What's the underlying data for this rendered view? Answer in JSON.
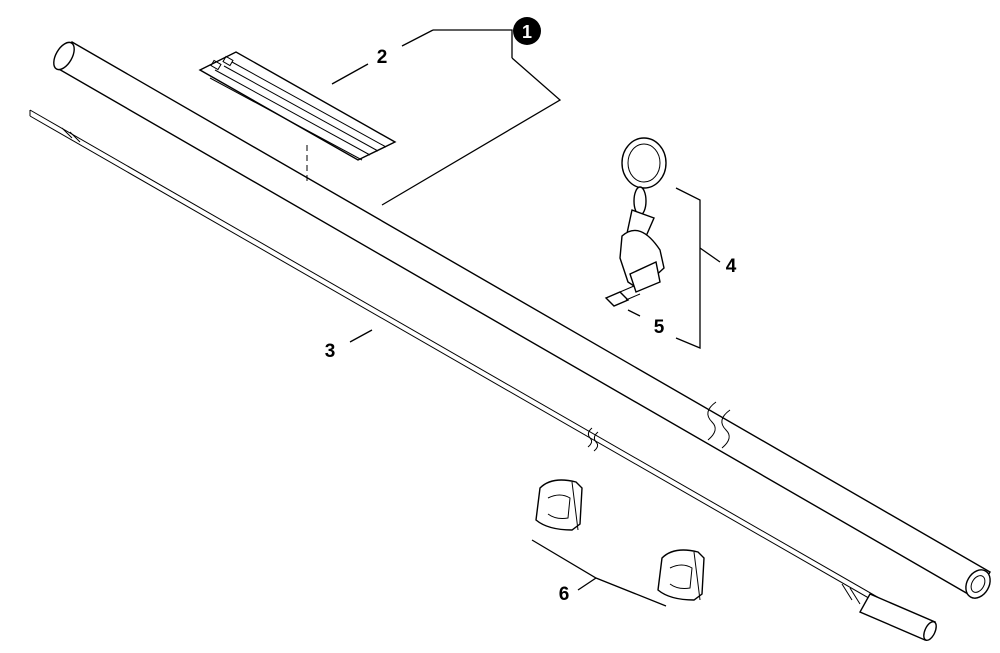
{
  "diagram": {
    "callouts": [
      {
        "id": "callout-1",
        "text": "1"
      },
      {
        "id": "label-2",
        "text": "2"
      },
      {
        "id": "label-3",
        "text": "3"
      },
      {
        "id": "label-4",
        "text": "4"
      },
      {
        "id": "label-5",
        "text": "5"
      },
      {
        "id": "label-6",
        "text": "6"
      }
    ]
  }
}
